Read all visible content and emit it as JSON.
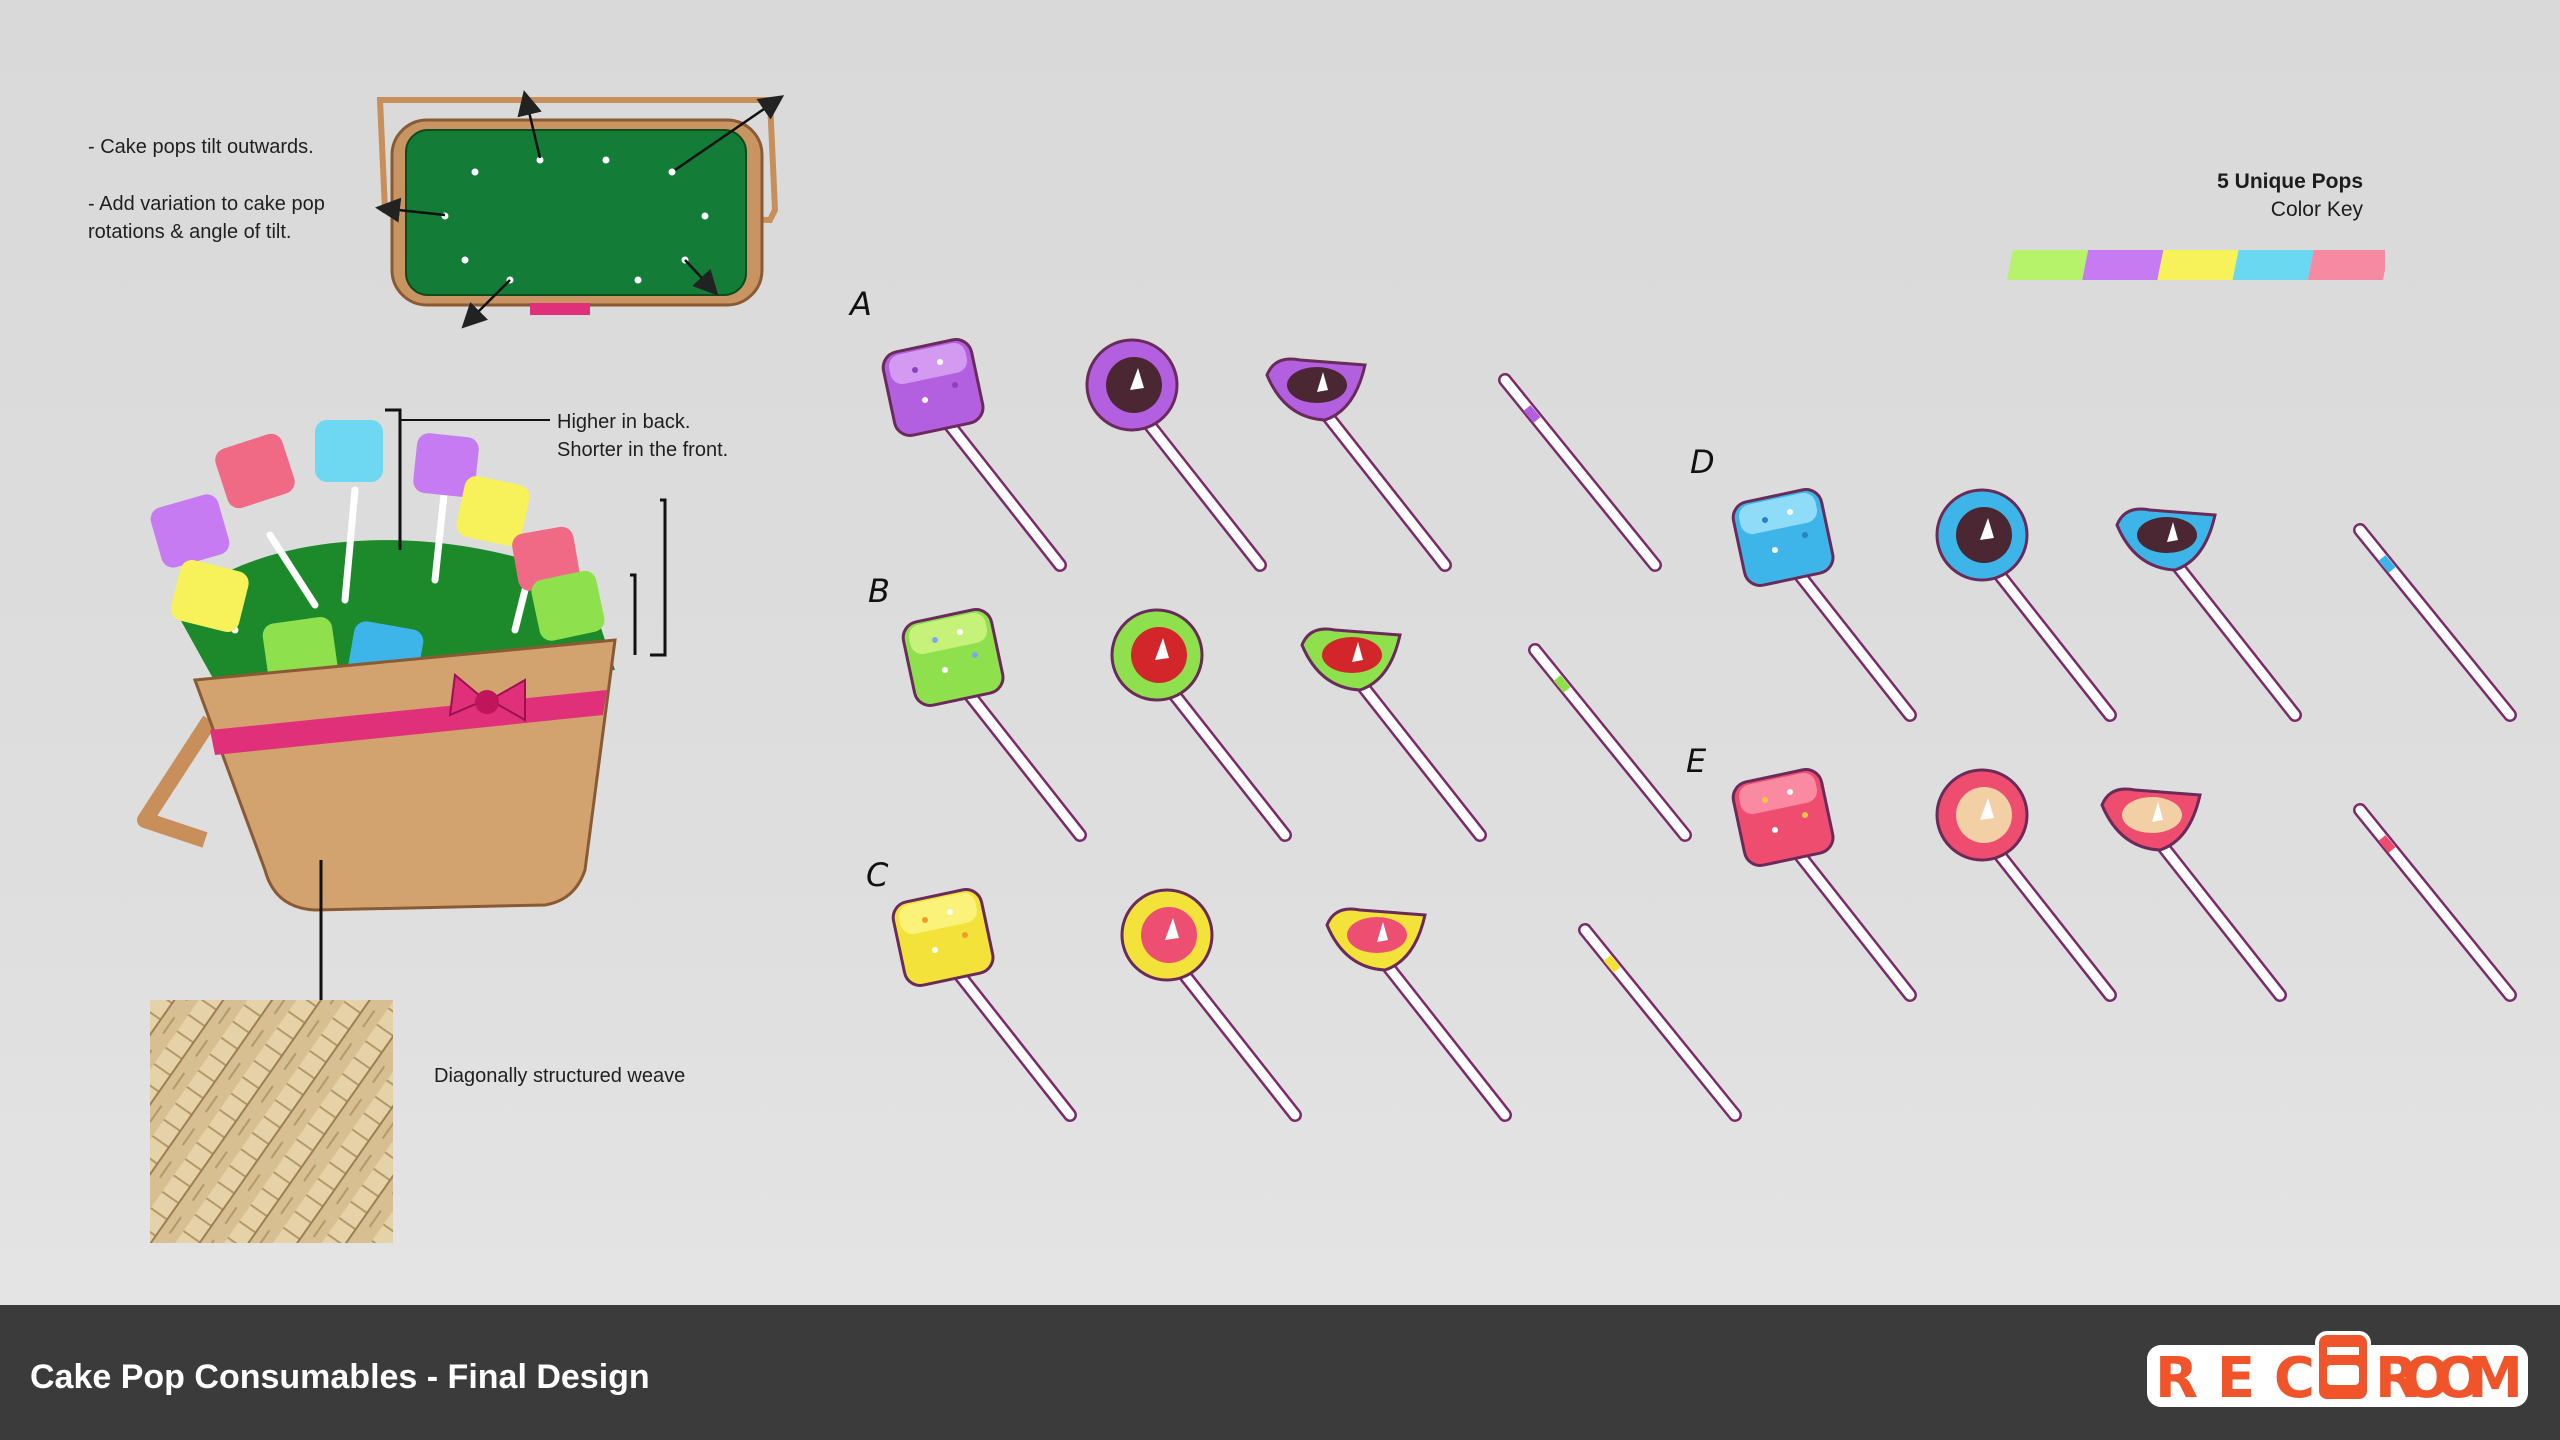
{
  "notes": {
    "tilt": "- Cake pops tilt outwards.",
    "variation": "- Add variation to cake pop\nrotations & angle of tilt.",
    "height": "Higher in back.\nShorter in the front.",
    "weave": "Diagonally structured weave"
  },
  "color_key": {
    "title": "5 Unique Pops",
    "subtitle": "Color Key",
    "colors": [
      "#b6f26a",
      "#c77bf2",
      "#f7f25a",
      "#6bd8f2",
      "#f78aa3"
    ]
  },
  "pops": [
    {
      "letter": "A",
      "main": "#b25fe0",
      "light": "#d49af2",
      "inner": "#4a2733",
      "accent": "#8c3fc0"
    },
    {
      "letter": "B",
      "main": "#8fe04d",
      "light": "#c7f27a",
      "inner": "#d3262a",
      "accent": "#7aa8f0"
    },
    {
      "letter": "C",
      "main": "#f2e23a",
      "light": "#fbf27a",
      "inner": "#ec4f71",
      "accent": "#f29a2e"
    },
    {
      "letter": "D",
      "main": "#3db5e8",
      "light": "#8fdcf8",
      "inner": "#4a2733",
      "accent": "#2a7fc0"
    },
    {
      "letter": "E",
      "main": "#ee4d6f",
      "light": "#fa8aa1",
      "inner": "#f2cfa4",
      "accent": "#f2c64a"
    }
  ],
  "footer": {
    "title": "Cake Pop Consumables - Final Design",
    "logo_text": "REC ROOM"
  }
}
